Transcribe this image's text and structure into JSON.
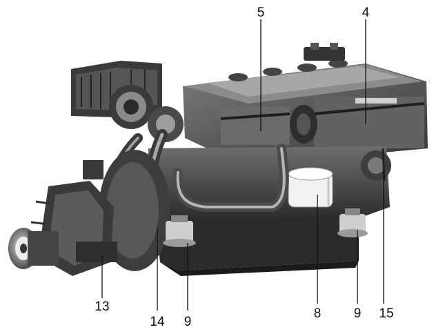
{
  "callouts": [
    {
      "id": "c5",
      "label": "5"
    },
    {
      "id": "c4",
      "label": "4"
    },
    {
      "id": "c13",
      "label": "13"
    },
    {
      "id": "c14",
      "label": "14"
    },
    {
      "id": "c9a",
      "label": "9"
    },
    {
      "id": "c8",
      "label": "8"
    },
    {
      "id": "c9b",
      "label": "9"
    },
    {
      "id": "c15",
      "label": "15"
    }
  ],
  "colors": {
    "background": "#ffffff",
    "engine_dark": "#2b2b2b",
    "engine_mid": "#5a5a5a",
    "engine_light": "#9a9a9a",
    "filter_white": "#f2f2f2",
    "ink": "#111111"
  }
}
